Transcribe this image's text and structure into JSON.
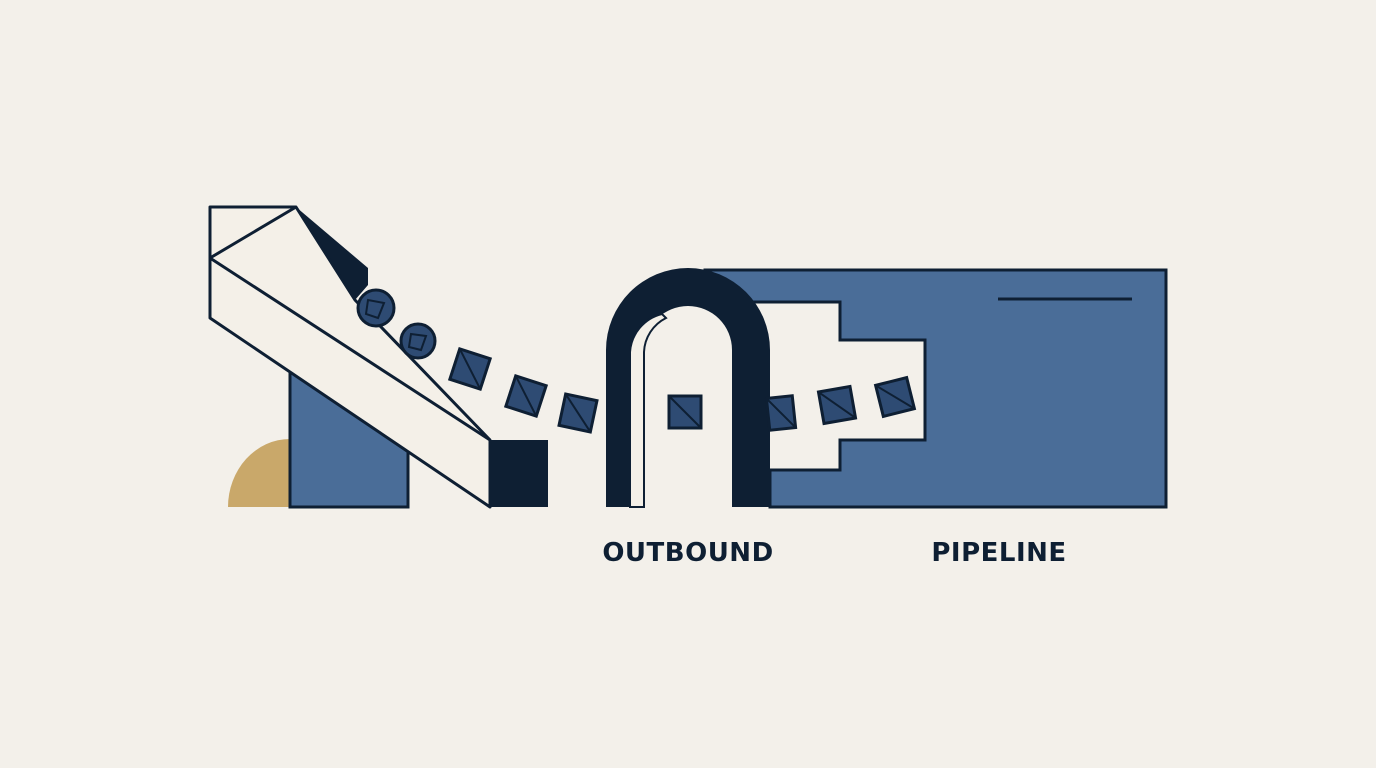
{
  "labels": {
    "outbound": "OUTBOUND",
    "pipeline": "PIPELINE"
  },
  "colors": {
    "background": "#F3F0EA",
    "navy": "#0E1F33",
    "blue": "#4A6D98",
    "cream": "#F4F0E8",
    "gold": "#C9A86A",
    "package": "#2E4B73"
  },
  "icons": {
    "chute": "slanted-chute",
    "gate": "arch-gate",
    "container": "pipeline-container",
    "packages": "package-squares",
    "sun": "half-sun"
  }
}
